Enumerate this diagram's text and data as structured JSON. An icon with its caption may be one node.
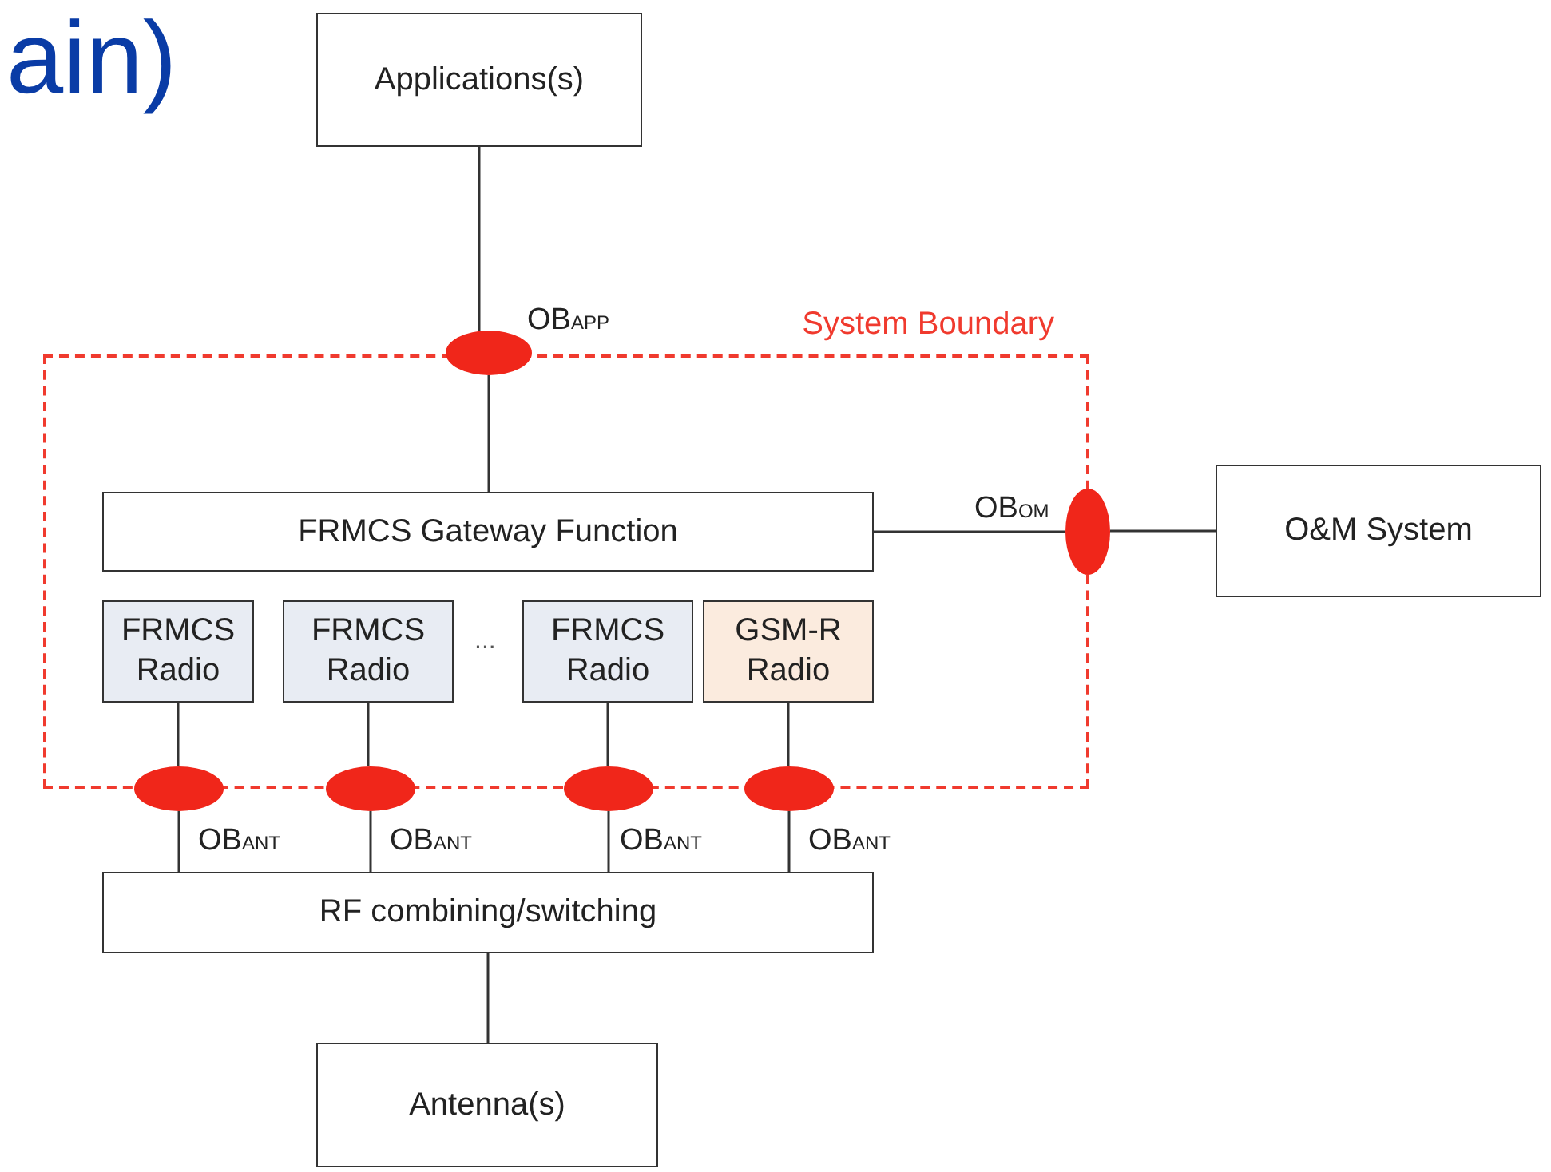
{
  "diagram": {
    "nodes": [
      {
        "text": [
          "Applications(s)"
        ]
      },
      {
        "text": [
          "System Boundary"
        ]
      },
      {
        "text": [
          "FRMCS Gateway Function"
        ],
        "in": 1
      },
      {
        "text": [
          "FRMCS Radio"
        ],
        "in": 1
      },
      {
        "text": [
          "FRMCS Radio"
        ],
        "in": 1
      },
      {
        "text": [
          "FRMCS Radio"
        ],
        "in": 1
      },
      {
        "text": [
          "GSM-R Radio"
        ],
        "in": 1
      },
      {
        "text": [
          "O&M System"
        ]
      },
      {
        "text": [
          "RF combining/switching"
        ]
      },
      {
        "text": [
          "Antenna(s)"
        ]
      },
      {
        "text": [],
        "shape": "ellipse",
        "beside": [
          "OB$_{APP}$"
        ]
      },
      {
        "text": [],
        "shape": "ellipse",
        "beside": [
          "OB$_{OM}$"
        ]
      },
      {
        "text": [],
        "shape": "ellipse",
        "beside": [
          "OB$_{ANT}$"
        ]
      },
      {
        "text": [],
        "shape": "ellipse",
        "beside": [
          "OB$_{ANT}$"
        ]
      },
      {
        "text": [],
        "shape": "ellipse",
        "beside": [
          "OB$_{ANT}$"
        ]
      },
      {
        "text": [],
        "shape": "ellipse",
        "beside": [
          "OB$_{ANT}$"
        ]
      }
    ],
    "edges": [
      {
        "from": 0,
        "to": 10,
        "arrow": "none"
      },
      {
        "from": 10,
        "to": 2,
        "arrow": "none"
      },
      {
        "from": 2,
        "to": 11,
        "arrow": "none"
      },
      {
        "from": 11,
        "to": 7,
        "arrow": "none"
      },
      {
        "from": 3,
        "to": 12,
        "arrow": "none"
      },
      {
        "from": 12,
        "to": 8,
        "arrow": "none"
      },
      {
        "from": 4,
        "to": 13,
        "arrow": "none"
      },
      {
        "from": 13,
        "to": 8,
        "arrow": "none"
      },
      {
        "from": 5,
        "to": 14,
        "arrow": "none"
      },
      {
        "from": 14,
        "to": 8,
        "arrow": "none"
      },
      {
        "from": 6,
        "to": 15,
        "arrow": "none"
      },
      {
        "from": 15,
        "to": 8,
        "arrow": "none"
      },
      {
        "from": 8,
        "to": 9,
        "arrow": "none"
      }
    ],
    "labels": [
      "ain)",
      "..."
    ]
  }
}
